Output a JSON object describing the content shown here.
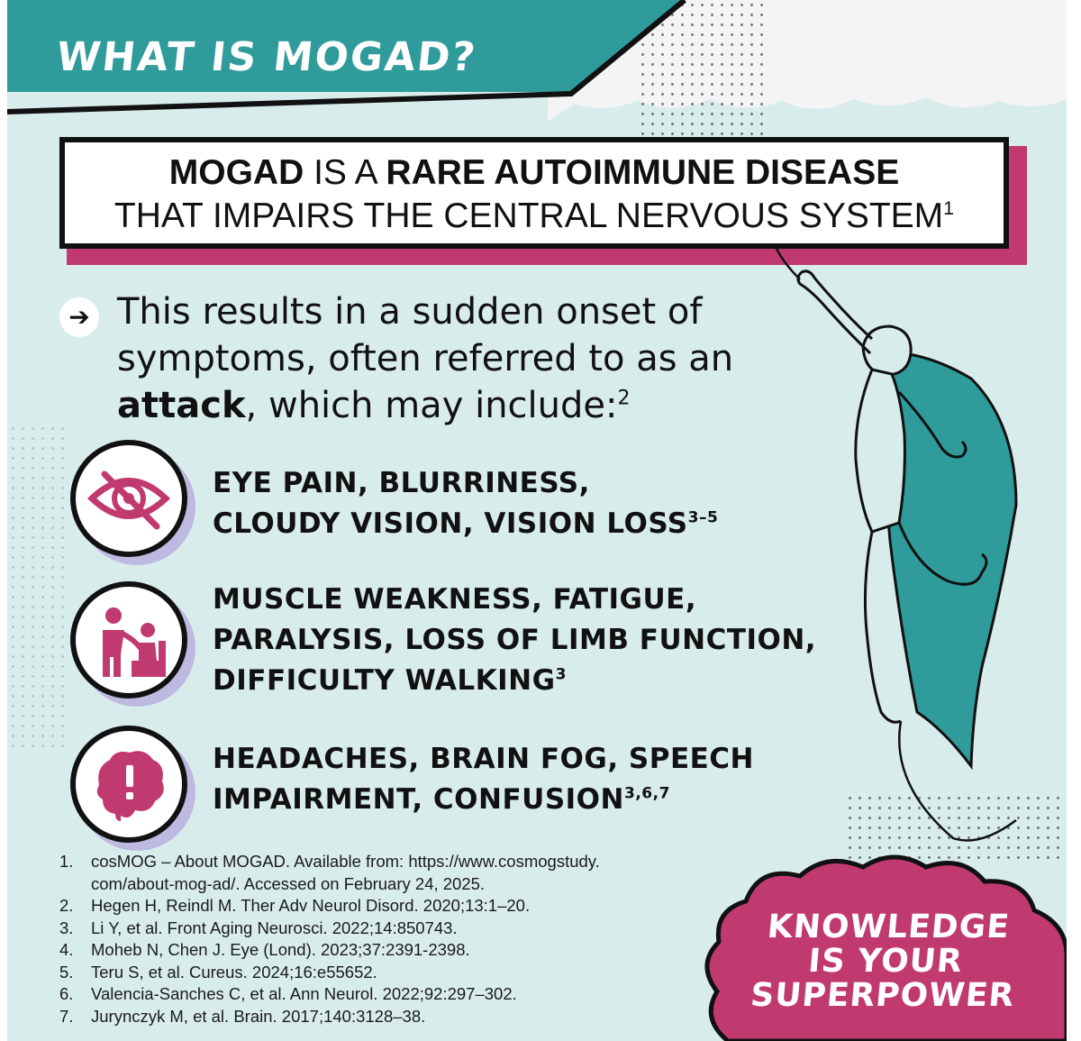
{
  "header": {
    "title": "WHAT IS MOGAD?"
  },
  "statement": {
    "line1_bold": "MOGAD",
    "line1_regular": " IS A ",
    "line1_bold2": "RARE AUTOIMMUNE DISEASE",
    "line2": "THAT IMPAIRS THE CENTRAL NERVOUS SYSTEM",
    "line2_ref": "1"
  },
  "intro": {
    "bullet_icon": "arrow-right-icon",
    "text_part1": "This results in a sudden onset of symptoms, often referred to as an ",
    "text_bold": "attack",
    "text_part2": ", which may include:",
    "ref": "2"
  },
  "symptoms": [
    {
      "icon": "eye-crossed-icon",
      "line1": "EYE PAIN, BLURRINESS,",
      "line2": "CLOUDY VISION, VISION LOSS",
      "line3": "",
      "ref": "3–5"
    },
    {
      "icon": "assisted-person-icon",
      "line1": "MUSCLE WEAKNESS, FATIGUE,",
      "line2": "PARALYSIS, LOSS OF LIMB FUNCTION,",
      "line3": "DIFFICULTY WALKING",
      "ref": "3"
    },
    {
      "icon": "brain-alert-icon",
      "line1": "HEADACHES, BRAIN FOG, SPEECH",
      "line2": "IMPAIRMENT, CONFUSION",
      "line3": "",
      "ref": "3,6,7"
    }
  ],
  "references": [
    {
      "num": "1.",
      "line1": "cosMOG – About MOGAD. Available from: https://www.cosmogstudy.",
      "line2": "com/about-mog-ad/. Accessed on February 24, 2025."
    },
    {
      "num": "2.",
      "line1": "Hegen H, Reindl M. Ther Adv Neurol Disord. 2020;13:1–20.",
      "line2": ""
    },
    {
      "num": "3.",
      "line1": "Li Y, et al. Front Aging Neurosci. 2022;14:850743.",
      "line2": ""
    },
    {
      "num": "4.",
      "line1": "Moheb N, Chen J. Eye (Lond). 2023;37:2391-2398.",
      "line2": ""
    },
    {
      "num": "5.",
      "line1": "Teru S, et al. Cureus. 2024;16:e55652.",
      "line2": ""
    },
    {
      "num": "6.",
      "line1": "Valencia-Sanches C, et al. Ann Neurol. 2022;92:297–302.",
      "line2": ""
    },
    {
      "num": "7.",
      "line1": "Jurynczyk M, et al. Brain. 2017;140:3128–38.",
      "line2": ""
    }
  ],
  "tagline": {
    "line1": "KNOWLEDGE",
    "line2": "IS YOUR",
    "line3": "SUPERPOWER"
  },
  "illustration": {
    "icon": "superhero-flying-icon"
  },
  "colors": {
    "teal": "#2f9b9b",
    "magenta": "#c13a6f",
    "background": "#d9ecec",
    "ink": "#111111",
    "lavender_shadow": "#bdb9e0"
  }
}
